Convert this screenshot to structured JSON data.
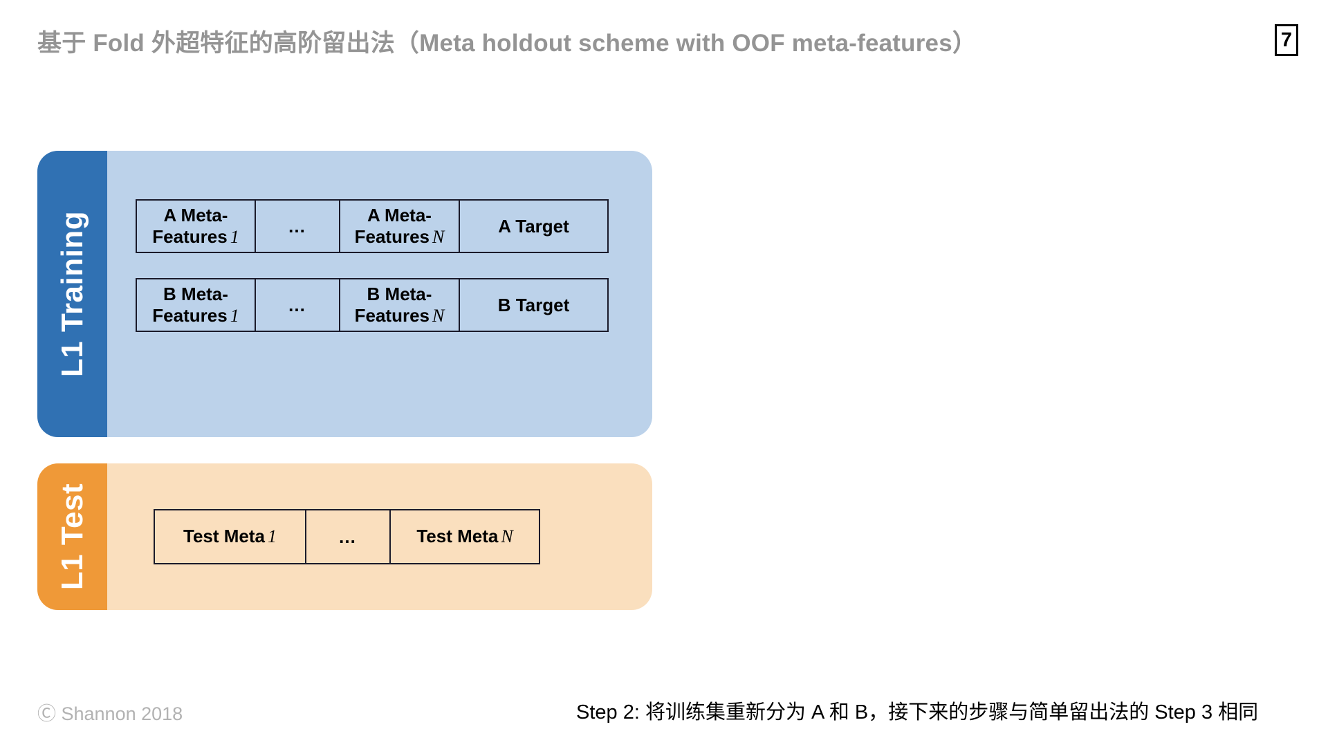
{
  "slide": {
    "title": "基于 Fold 外超特征的高阶留出法（Meta holdout scheme with OOF meta-features）",
    "page_number": "7",
    "title_color": "#949494"
  },
  "panels": {
    "training": {
      "label": "L1 Training",
      "bar_color": "#3071b3",
      "body_color": "#bcd2ea",
      "rows": [
        {
          "name": "row-a",
          "cells": [
            {
              "text": "A Meta-\nFeatures",
              "index": "1"
            },
            {
              "text": "…",
              "index": ""
            },
            {
              "text": "A Meta-\nFeatures",
              "index": "N"
            },
            {
              "text": "A Target",
              "index": ""
            }
          ]
        },
        {
          "name": "row-b",
          "cells": [
            {
              "text": "B Meta-\nFeatures",
              "index": "1"
            },
            {
              "text": "…",
              "index": ""
            },
            {
              "text": "B Meta-\nFeatures",
              "index": "N"
            },
            {
              "text": "B Target",
              "index": ""
            }
          ]
        }
      ]
    },
    "test": {
      "label": "L1 Test",
      "bar_color": "#ef9938",
      "body_color": "#fadfbe",
      "rows": [
        {
          "name": "row-test",
          "cells": [
            {
              "text": "Test Meta",
              "index": "1"
            },
            {
              "text": "…",
              "index": ""
            },
            {
              "text": "Test Meta",
              "index": "N"
            }
          ]
        }
      ]
    }
  },
  "cell_text": {
    "a_meta_line1": "A Meta-",
    "a_meta_line2": "Features",
    "a_index_1": "1",
    "a_index_n": "N",
    "a_target": "A Target",
    "b_meta_line1": "B Meta-",
    "b_meta_line2": "Features",
    "b_index_1": "1",
    "b_index_n": "N",
    "b_target": "B Target",
    "test_meta": "Test Meta",
    "test_index_1": "1",
    "test_index_n": "N",
    "ellipsis": "…"
  },
  "footer": {
    "copyright": "Ⓒ Shannon 2018",
    "caption": "Step 2: 将训练集重新分为 A 和 B，接下来的步骤与简单留出法的 Step 3 相同"
  }
}
